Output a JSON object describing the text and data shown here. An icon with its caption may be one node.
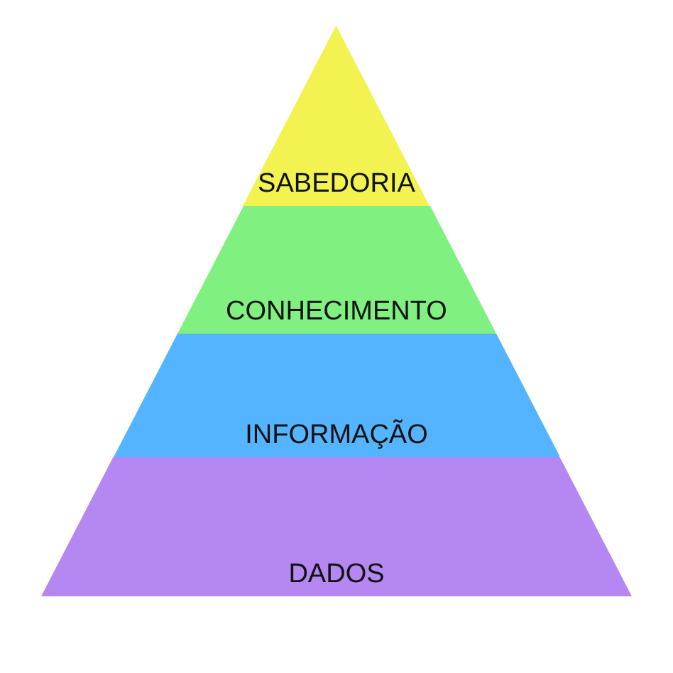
{
  "diagram": {
    "nodes": [
      {
        "text": [
          "SABEDORIA"
        ]
      },
      {
        "text": [
          "CONHECIMENTO"
        ]
      },
      {
        "text": [
          "INFORMAÇÃO"
        ]
      },
      {
        "text": [
          "DADOS"
        ]
      }
    ]
  }
}
